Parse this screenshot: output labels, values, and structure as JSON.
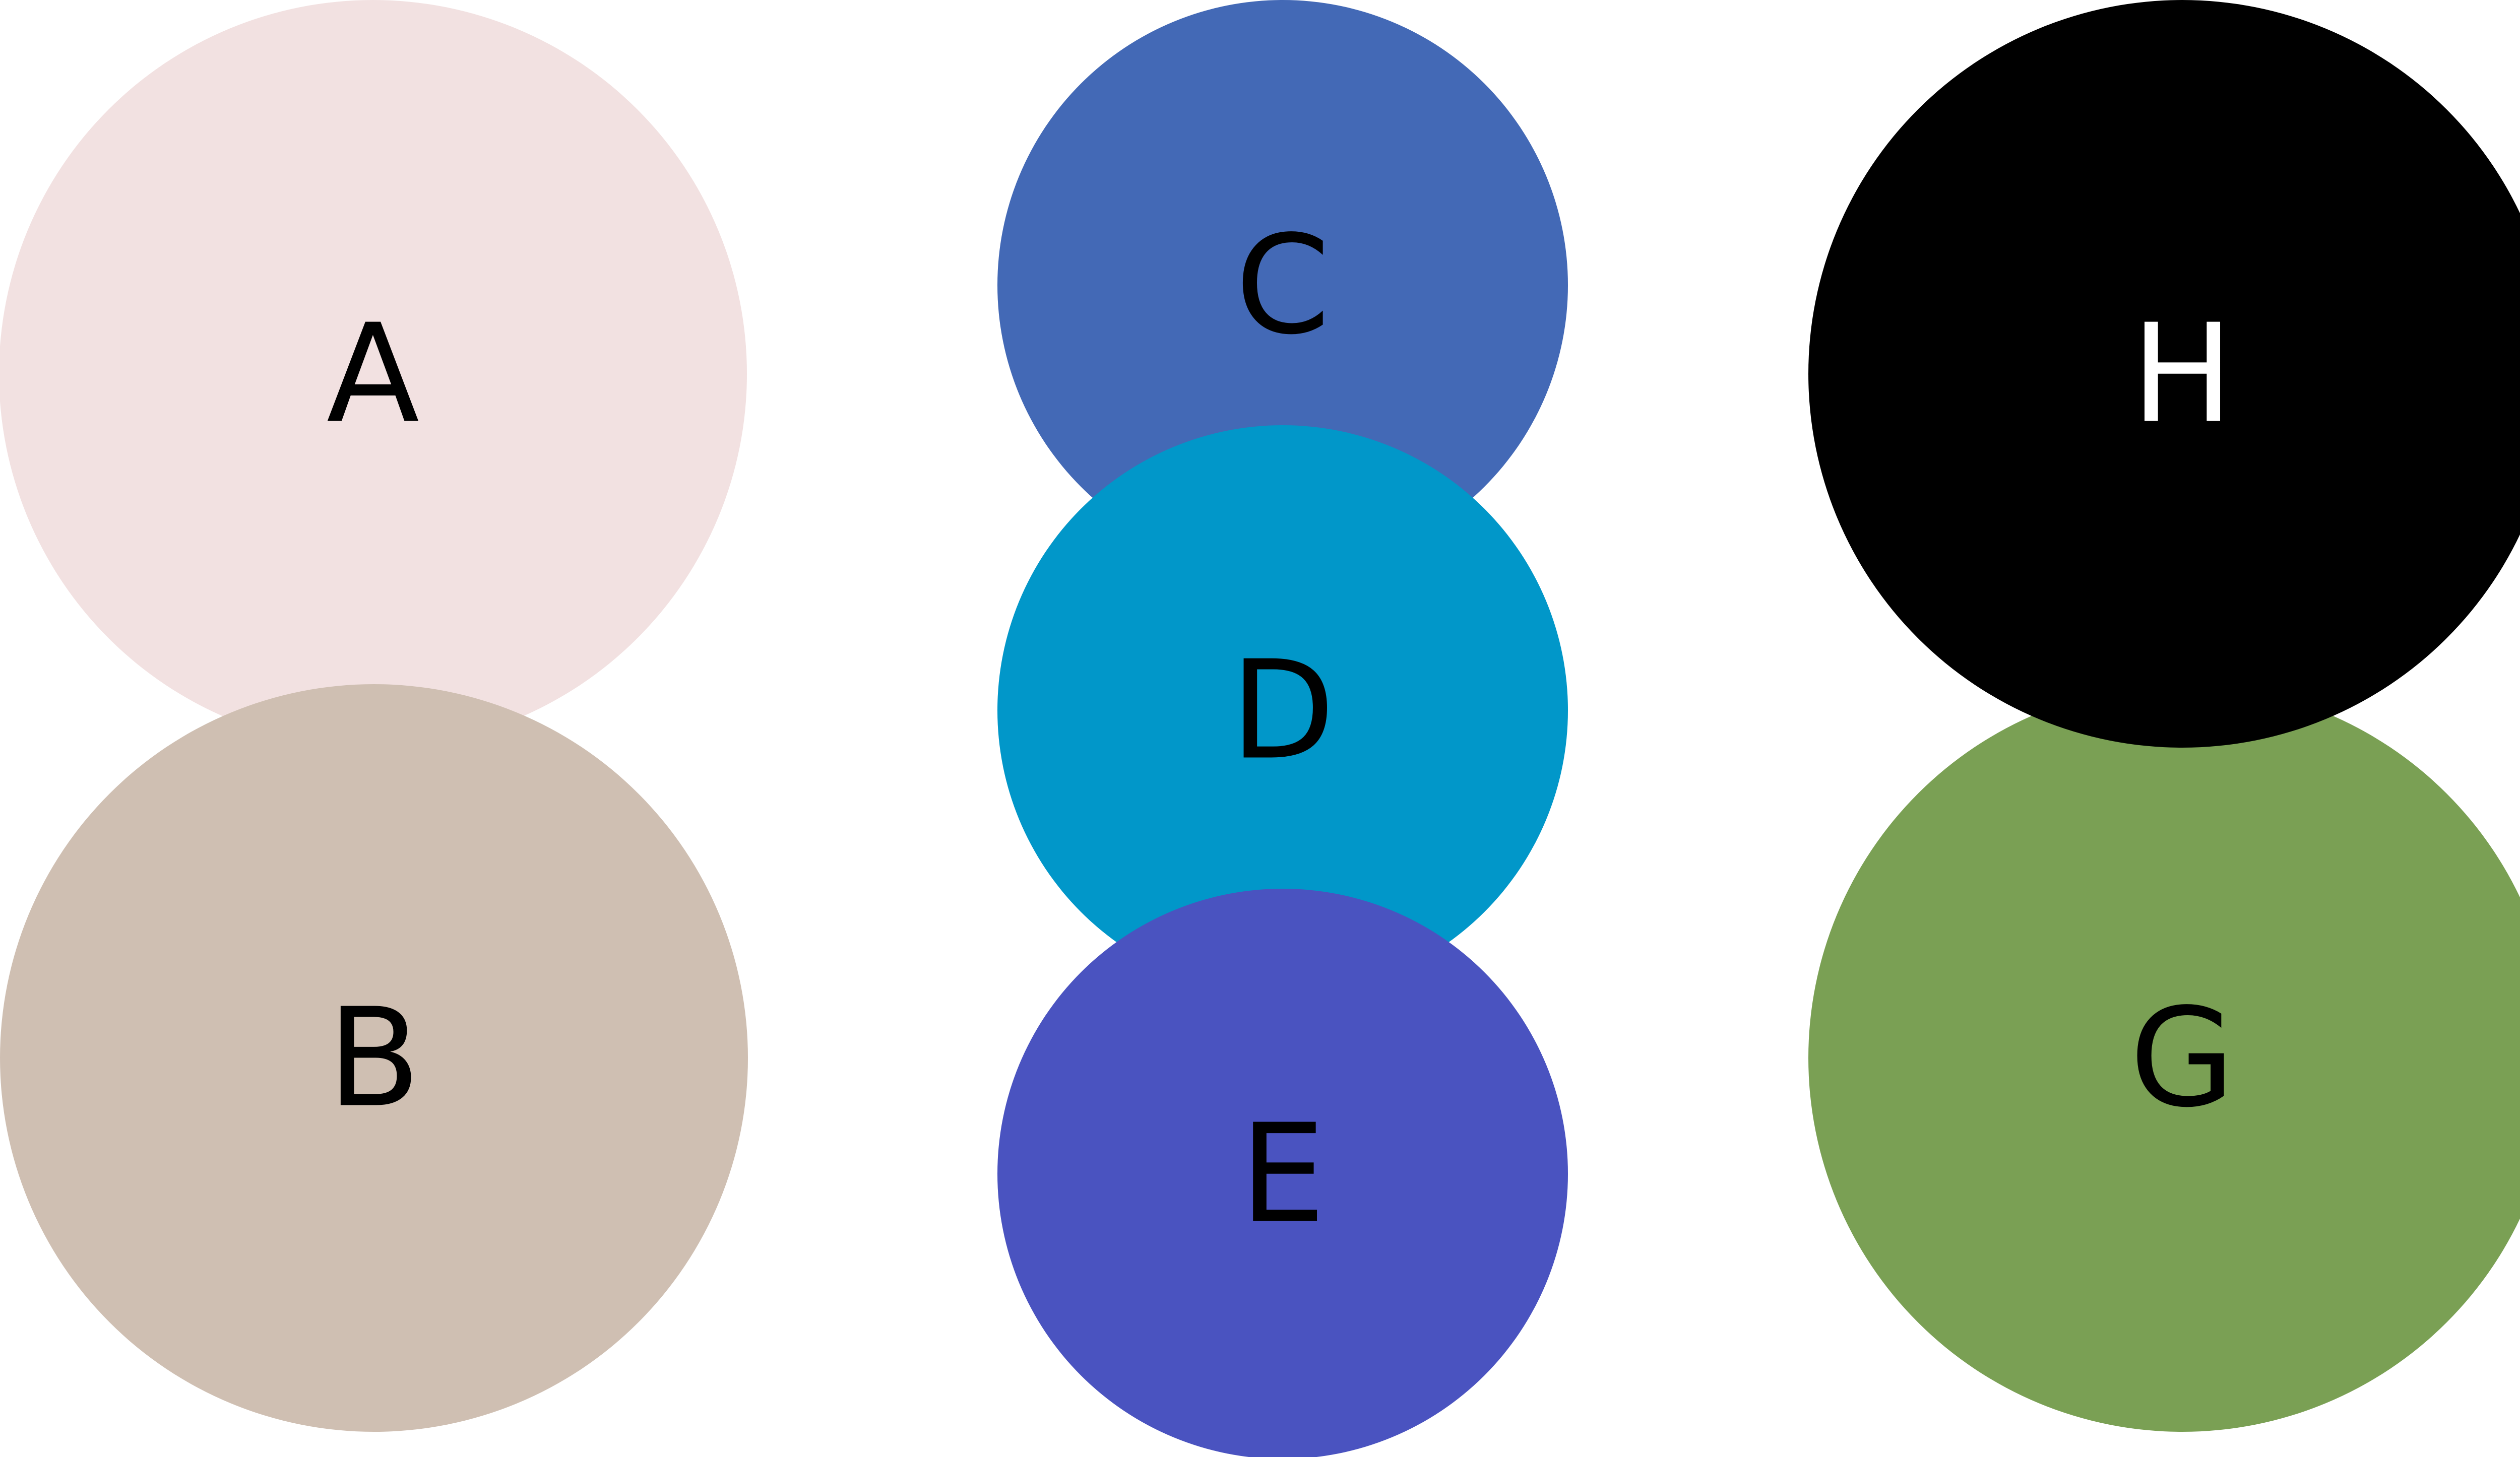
{
  "circles": [
    {
      "id": "A",
      "label": "A",
      "fill": "#f2e1e1",
      "text_color": "#000000"
    },
    {
      "id": "C",
      "label": "C",
      "fill": "#4369b6",
      "text_color": "#000000"
    },
    {
      "id": "H",
      "label": "H",
      "fill": "#000000",
      "text_color": "#ffffff"
    },
    {
      "id": "B",
      "label": "B",
      "fill": "#cfbfb2",
      "text_color": "#000000"
    },
    {
      "id": "D",
      "label": "D",
      "fill": "#0197c9",
      "text_color": "#000000"
    },
    {
      "id": "G",
      "label": "G",
      "fill": "#7aa054",
      "text_color": "#000000"
    },
    {
      "id": "E",
      "label": "E",
      "fill": "#4a53c0",
      "text_color": "#000000"
    }
  ]
}
